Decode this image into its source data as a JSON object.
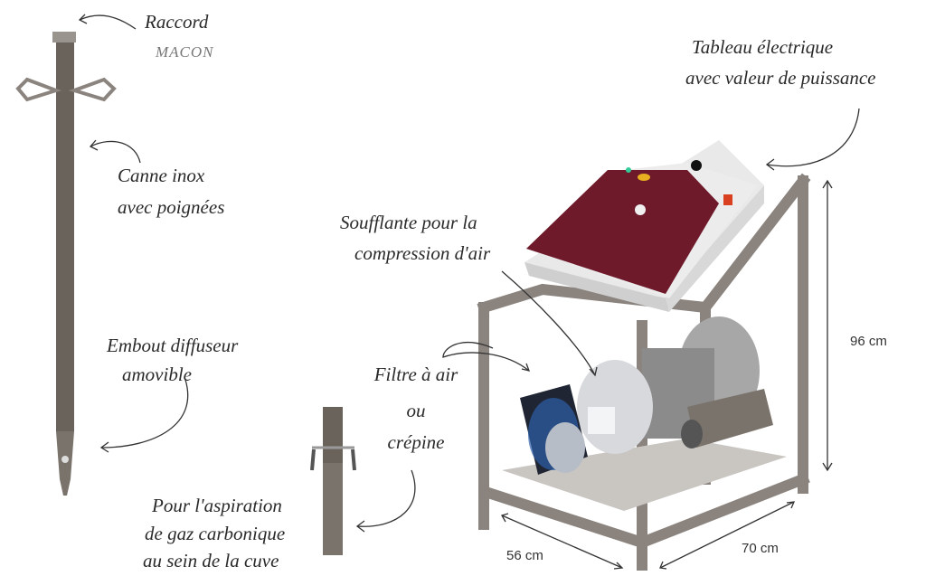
{
  "labels": {
    "raccord": "Raccord",
    "macon": "MACON",
    "canne_line1": "Canne inox",
    "canne_line2": "avec poignées",
    "embout_line1": "Embout diffuseur",
    "embout_line2": "amovible",
    "tableau_line1": "Tableau électrique",
    "tableau_line2": "avec valeur de puissance",
    "soufflante_line1": "Soufflante pour la",
    "soufflante_line2": "compression d'air",
    "filtre_line1": "Filtre à air",
    "filtre_line2": "ou",
    "filtre_line3": "crépine",
    "aspiration_line1": "Pour   l'aspiration",
    "aspiration_line2": "de  gaz  carbonique",
    "aspiration_line3": "au sein de la cuve"
  },
  "dimensions": {
    "height": "96 cm",
    "depth": "56 cm",
    "width": "70 cm"
  },
  "colors": {
    "frame": "#8a837e",
    "panel": "#6e1a2b",
    "box": "#e6e6e6",
    "pipe": "#6a635c"
  }
}
